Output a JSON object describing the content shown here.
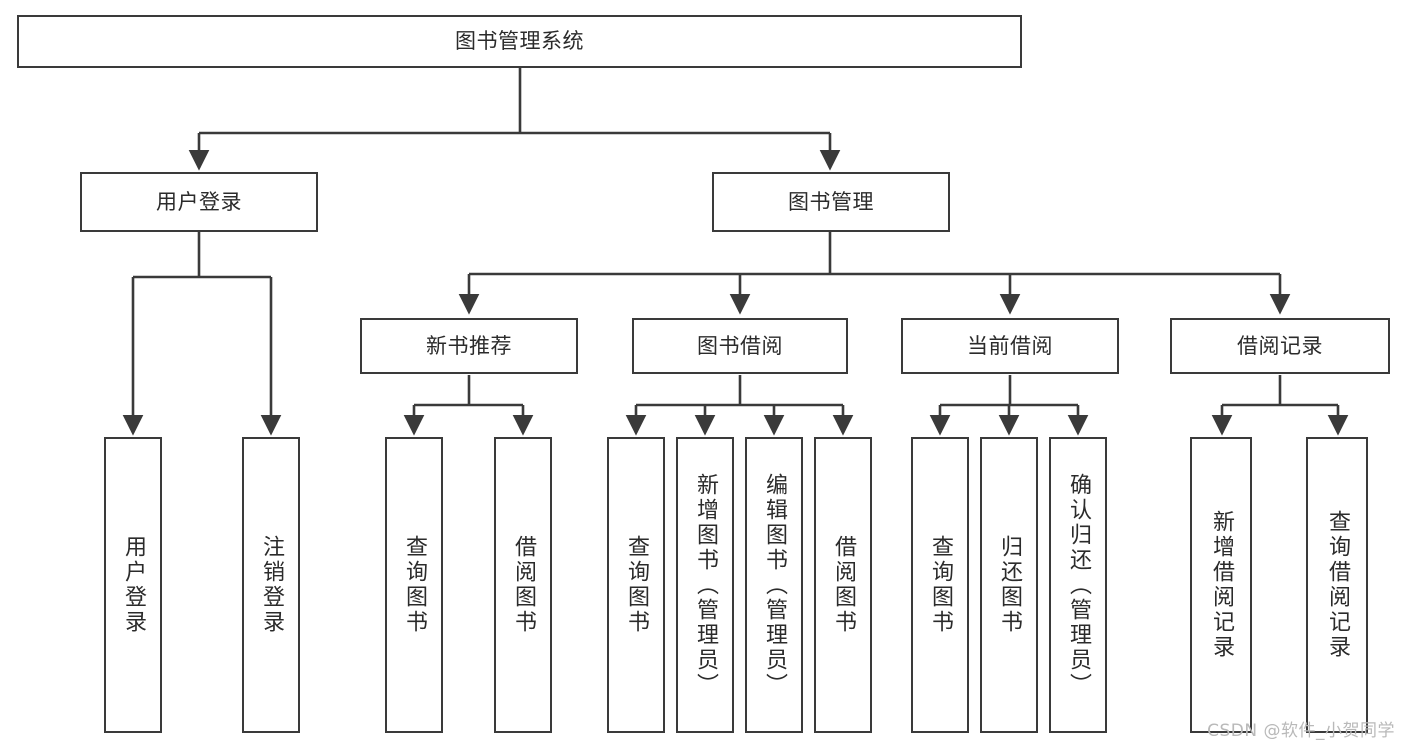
{
  "diagram": {
    "title": "图书管理系统",
    "type": "tree-hierarchy-chart",
    "watermark": "CSDN @软件_小贺同学",
    "colors": {
      "background": "#ffffff",
      "box_border": "#3a3a3a",
      "box_fill": "#ffffff",
      "text": "#2b2b2b",
      "connector": "#3a3a3a",
      "watermark": "#b9b9b9"
    },
    "nodes": {
      "root": {
        "label": "图书管理系统"
      },
      "tier1": [
        {
          "id": "user-login",
          "label": "用户登录"
        },
        {
          "id": "book-manage",
          "label": "图书管理"
        }
      ],
      "tier2": [
        {
          "id": "new-book-recommend",
          "label": "新书推荐"
        },
        {
          "id": "book-borrow",
          "label": "图书借阅"
        },
        {
          "id": "current-borrow",
          "label": "当前借阅"
        },
        {
          "id": "borrow-record",
          "label": "借阅记录"
        }
      ],
      "leaves": {
        "user-login": [
          {
            "id": "leaf-user-login",
            "label": "用户登录"
          },
          {
            "id": "leaf-logout-login",
            "label": "注销登录"
          }
        ],
        "new-book-recommend": [
          {
            "id": "leaf-query-book-1",
            "label": "查询图书"
          },
          {
            "id": "leaf-borrow-book-1",
            "label": "借阅图书"
          }
        ],
        "book-borrow": [
          {
            "id": "leaf-query-book-2",
            "label": "查询图书"
          },
          {
            "id": "leaf-add-book",
            "label": "新增图书（管理员）"
          },
          {
            "id": "leaf-edit-book",
            "label": "编辑图书（管理员）"
          },
          {
            "id": "leaf-borrow-book-2",
            "label": "借阅图书"
          }
        ],
        "current-borrow": [
          {
            "id": "leaf-query-book-3",
            "label": "查询图书"
          },
          {
            "id": "leaf-return-book",
            "label": "归还图书"
          },
          {
            "id": "leaf-confirm-return",
            "label": "确认归还（管理员）"
          }
        ],
        "borrow-record": [
          {
            "id": "leaf-add-record",
            "label": "新增借阅记录"
          },
          {
            "id": "leaf-query-record",
            "label": "查询借阅记录"
          }
        ]
      }
    }
  }
}
